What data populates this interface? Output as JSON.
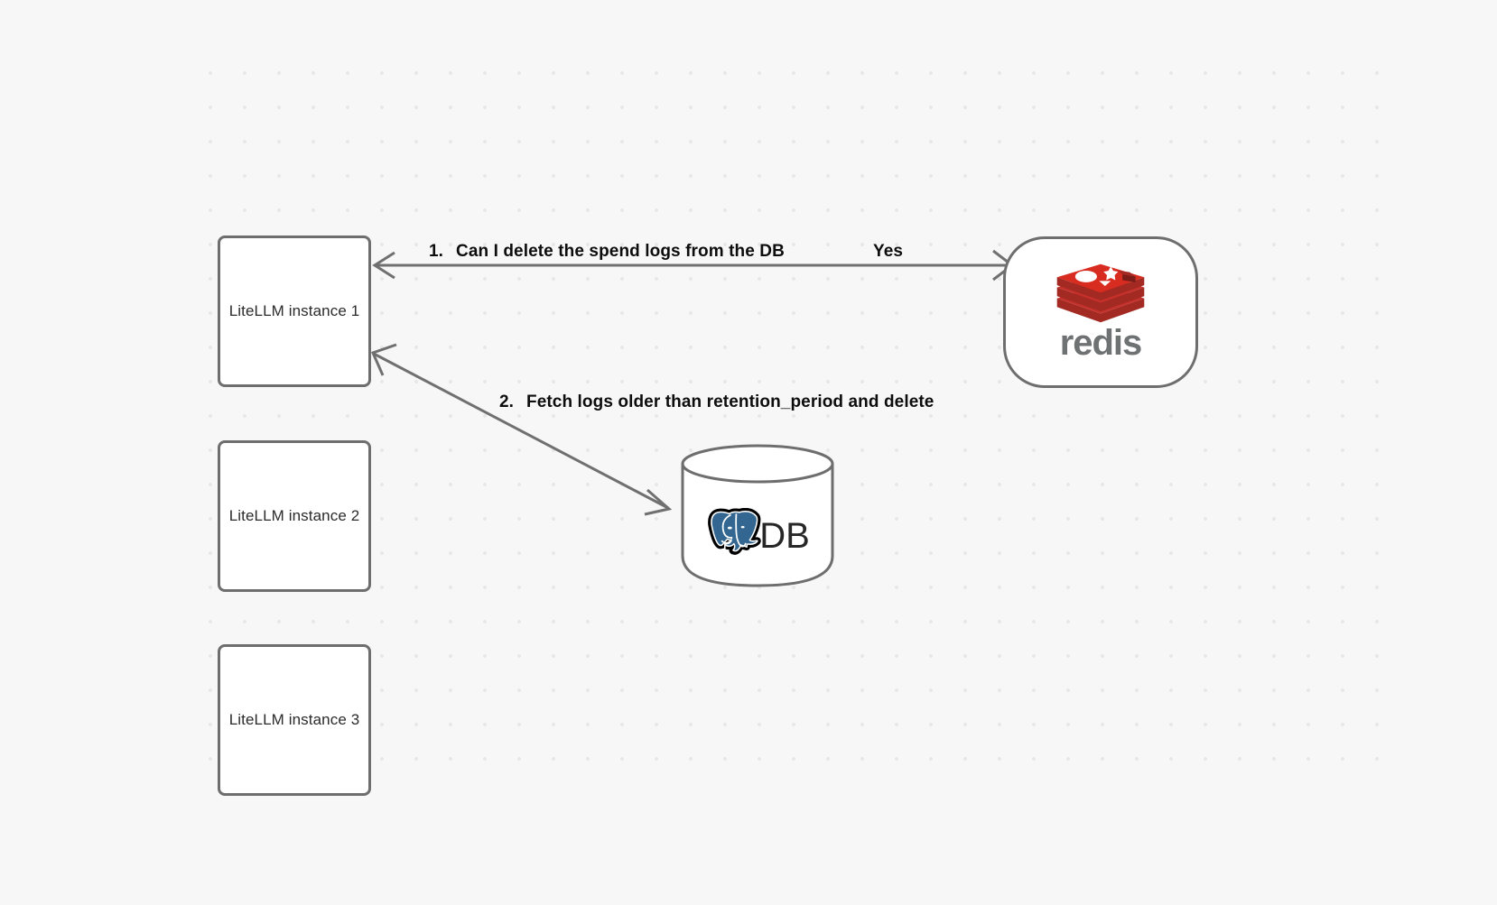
{
  "canvas": {
    "background_color": "#f7f7f7",
    "grid": "dot-grid"
  },
  "nodes": [
    {
      "id": "litellm-1",
      "label": "LiteLLM instance 1",
      "shape": "rounded-rect"
    },
    {
      "id": "litellm-2",
      "label": "LiteLLM instance 2",
      "shape": "rounded-rect"
    },
    {
      "id": "litellm-3",
      "label": "LiteLLM instance 3",
      "shape": "rounded-rect"
    },
    {
      "id": "redis",
      "label": "redis",
      "shape": "rounded-rect-pill",
      "logo": "redis-logo"
    },
    {
      "id": "db",
      "label": "DB",
      "shape": "cylinder",
      "logo": "postgresql-elephant-logo"
    }
  ],
  "edges": [
    {
      "id": "edge-1",
      "from": "litellm-1",
      "to": "redis",
      "direction": "bidirectional",
      "number": "1.",
      "label": "Can I delete the spend logs from the DB",
      "reply": "Yes"
    },
    {
      "id": "edge-2",
      "from": "litellm-1",
      "to": "db",
      "direction": "bidirectional",
      "number": "2.",
      "label": "Fetch logs older than retention_period and delete",
      "reply": ""
    }
  ],
  "colors": {
    "node_border": "#6e6e6e",
    "node_fill": "#ffffff",
    "edge_stroke": "#707070",
    "label_text": "#0d0d0d",
    "node_text": "#2b2b2b",
    "redis_red": "#c6302b",
    "redis_wordmark_gray": "#6f7273",
    "postgres_blue": "#336791",
    "grid_dot": "#e8e8e8"
  }
}
